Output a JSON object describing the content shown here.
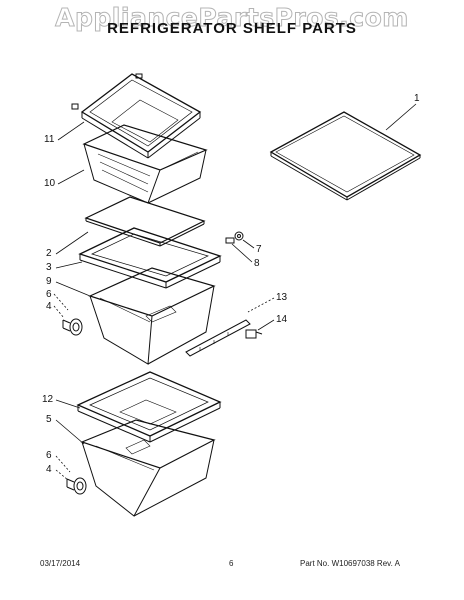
{
  "watermark": "AppliancePartsPros.com",
  "title": "REFRIGERATOR SHELF PARTS",
  "callouts": {
    "c1": "1",
    "c11": "11",
    "c10": "10",
    "c2": "2",
    "c3": "3",
    "c9": "9",
    "c6a": "6",
    "c4a": "4",
    "c7": "7",
    "c8": "8",
    "c13": "13",
    "c14": "14",
    "c12": "12",
    "c5": "5",
    "c6b": "6",
    "c4b": "4"
  },
  "footer": {
    "date": "03/17/2014",
    "page": "6",
    "part_no": "Part No. W10697038  Rev. A"
  }
}
